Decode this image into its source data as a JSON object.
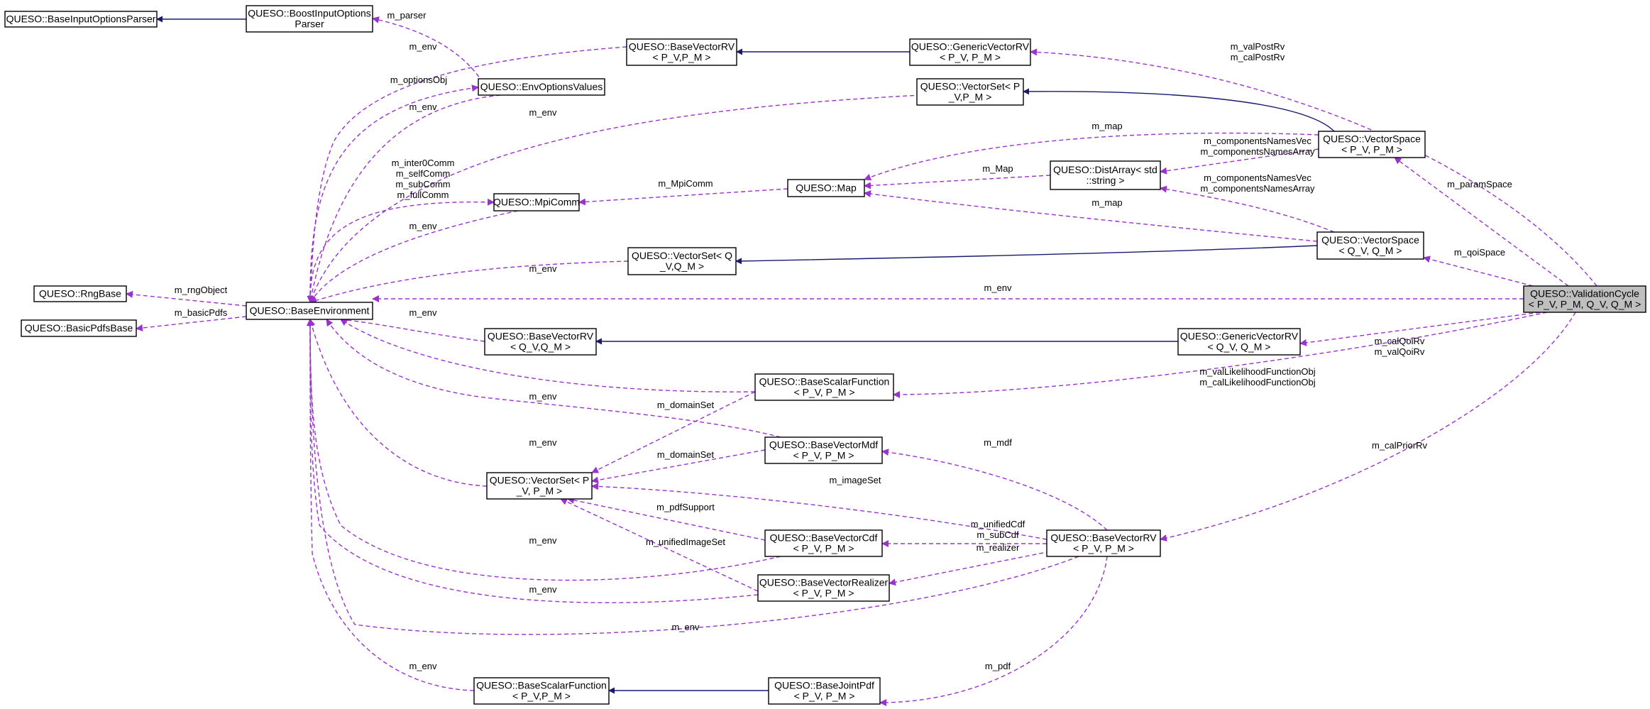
{
  "colors": {
    "inherit_edge": "#191970",
    "member_edge": "#9a32cd",
    "node_border": "#000000",
    "highlight_fill": "#bfbfbf"
  },
  "nodes": [
    {
      "id": "BaseInputOptionsParser",
      "lines": [
        "QUESO::BaseInputOptionsParser"
      ]
    },
    {
      "id": "BoostInputOptionsParser",
      "lines": [
        "QUESO::BoostInputOptions",
        "Parser"
      ]
    },
    {
      "id": "BaseVectorRV_PV_PM_top",
      "lines": [
        "QUESO::BaseVectorRV",
        "< P_V,P_M >"
      ]
    },
    {
      "id": "GenericVectorRV_PV_PM",
      "lines": [
        "QUESO::GenericVectorRV",
        "< P_V, P_M >"
      ]
    },
    {
      "id": "EnvOptionsValues",
      "lines": [
        "QUESO::EnvOptionsValues"
      ]
    },
    {
      "id": "VectorSet_PV_PM_top",
      "lines": [
        "QUESO::VectorSet< P",
        "_V,P_M >"
      ]
    },
    {
      "id": "VectorSpace_PV_PM",
      "lines": [
        "QUESO::VectorSpace",
        "< P_V, P_M >"
      ]
    },
    {
      "id": "DistArray",
      "lines": [
        "QUESO::DistArray< std",
        "::string >"
      ]
    },
    {
      "id": "Map",
      "lines": [
        "QUESO::Map"
      ]
    },
    {
      "id": "MpiComm",
      "lines": [
        "QUESO::MpiComm"
      ]
    },
    {
      "id": "VectorSpace_QV_QM",
      "lines": [
        "QUESO::VectorSpace",
        "< Q_V, Q_M >"
      ]
    },
    {
      "id": "VectorSet_QV_QM",
      "lines": [
        "QUESO::VectorSet< Q",
        "_V,Q_M >"
      ]
    },
    {
      "id": "RngBase",
      "lines": [
        "QUESO::RngBase"
      ]
    },
    {
      "id": "BaseEnvironment",
      "lines": [
        "QUESO::BaseEnvironment"
      ]
    },
    {
      "id": "BasicPdfsBase",
      "lines": [
        "QUESO::BasicPdfsBase"
      ]
    },
    {
      "id": "ValidationCycle",
      "lines": [
        "QUESO::ValidationCycle",
        "< P_V, P_M, Q_V, Q_M >"
      ],
      "highlight": true
    },
    {
      "id": "BaseVectorRV_QV_QM",
      "lines": [
        "QUESO::BaseVectorRV",
        "< Q_V,Q_M >"
      ]
    },
    {
      "id": "GenericVectorRV_QV_QM",
      "lines": [
        "QUESO::GenericVectorRV",
        "< Q_V, Q_M >"
      ]
    },
    {
      "id": "BaseScalarFunction_mid",
      "lines": [
        "QUESO::BaseScalarFunction",
        "< P_V, P_M >"
      ]
    },
    {
      "id": "BaseVectorMdf",
      "lines": [
        "QUESO::BaseVectorMdf",
        "< P_V, P_M >"
      ]
    },
    {
      "id": "VectorSet_PV_PM_mid",
      "lines": [
        "QUESO::VectorSet< P",
        "_V, P_M >"
      ]
    },
    {
      "id": "BaseVectorCdf",
      "lines": [
        "QUESO::BaseVectorCdf",
        "< P_V, P_M >"
      ]
    },
    {
      "id": "BaseVectorRV_PV_PM_bot",
      "lines": [
        "QUESO::BaseVectorRV",
        "< P_V, P_M >"
      ]
    },
    {
      "id": "BaseVectorRealizer",
      "lines": [
        "QUESO::BaseVectorRealizer",
        "< P_V, P_M >"
      ]
    },
    {
      "id": "BaseScalarFunction_bot",
      "lines": [
        "QUESO::BaseScalarFunction",
        "< P_V,P_M >"
      ]
    },
    {
      "id": "BaseJointPdf",
      "lines": [
        "QUESO::BaseJointPdf",
        "< P_V, P_M >"
      ]
    }
  ],
  "edge_labels": [
    {
      "id": "m_parser",
      "lines": [
        "m_parser"
      ]
    },
    {
      "id": "m_env_1",
      "lines": [
        "m_env"
      ]
    },
    {
      "id": "m_optionsObj",
      "lines": [
        "m_optionsObj"
      ]
    },
    {
      "id": "m_env_2",
      "lines": [
        "m_env"
      ]
    },
    {
      "id": "m_env_3",
      "lines": [
        "m_env"
      ]
    },
    {
      "id": "comms",
      "lines": [
        "m_inter0Comm",
        "m_selfComm",
        "m_subComm",
        "m_fullComm"
      ]
    },
    {
      "id": "m_env_4",
      "lines": [
        "m_env"
      ]
    },
    {
      "id": "m_env_5",
      "lines": [
        "m_env"
      ]
    },
    {
      "id": "m_rngObject",
      "lines": [
        "m_rngObject"
      ]
    },
    {
      "id": "m_basicPdfs",
      "lines": [
        "m_basicPdfs"
      ]
    },
    {
      "id": "m_env_6",
      "lines": [
        "m_env"
      ]
    },
    {
      "id": "m_env_7",
      "lines": [
        "m_env"
      ]
    },
    {
      "id": "m_env_8",
      "lines": [
        "m_env"
      ]
    },
    {
      "id": "m_domainSet_1",
      "lines": [
        "m_domainSet"
      ]
    },
    {
      "id": "m_env_9",
      "lines": [
        "m_env"
      ]
    },
    {
      "id": "m_domainSet_2",
      "lines": [
        "m_domainSet"
      ]
    },
    {
      "id": "m_pdfSupport",
      "lines": [
        "m_pdfSupport"
      ]
    },
    {
      "id": "m_env_10",
      "lines": [
        "m_env"
      ]
    },
    {
      "id": "m_unifiedImageSet",
      "lines": [
        "m_unifiedImageSet"
      ]
    },
    {
      "id": "m_env_11",
      "lines": [
        "m_env"
      ]
    },
    {
      "id": "m_env_12",
      "lines": [
        "m_env"
      ]
    },
    {
      "id": "m_env_13",
      "lines": [
        "m_env"
      ]
    },
    {
      "id": "m_MpiComm",
      "lines": [
        "m_MpiComm"
      ]
    },
    {
      "id": "m_map_1",
      "lines": [
        "m_map"
      ]
    },
    {
      "id": "m_Map",
      "lines": [
        "m_Map"
      ]
    },
    {
      "id": "m_map_2",
      "lines": [
        "m_map"
      ]
    },
    {
      "id": "names_1",
      "lines": [
        "m_componentsNamesVec",
        "m_componentsNamesArray"
      ]
    },
    {
      "id": "names_2",
      "lines": [
        "m_componentsNamesVec",
        "m_componentsNamesArray"
      ]
    },
    {
      "id": "postRv",
      "lines": [
        "m_valPostRv",
        "m_calPostRv"
      ]
    },
    {
      "id": "m_paramSpace",
      "lines": [
        "m_paramSpace"
      ]
    },
    {
      "id": "m_qoiSpace",
      "lines": [
        "m_qoiSpace"
      ]
    },
    {
      "id": "m_env_vc",
      "lines": [
        "m_env"
      ]
    },
    {
      "id": "qoiRv",
      "lines": [
        "m_calQoiRv",
        "m_valQoiRv"
      ]
    },
    {
      "id": "likelihood",
      "lines": [
        "m_valLikelihoodFunctionObj",
        "m_calLikelihoodFunctionObj"
      ]
    },
    {
      "id": "m_calPriorRv",
      "lines": [
        "m_calPriorRv"
      ]
    },
    {
      "id": "m_mdf",
      "lines": [
        "m_mdf"
      ]
    },
    {
      "id": "m_imageSet",
      "lines": [
        "m_imageSet"
      ]
    },
    {
      "id": "cdf",
      "lines": [
        "m_unifiedCdf",
        "m_subCdf"
      ]
    },
    {
      "id": "m_realizer",
      "lines": [
        "m_realizer"
      ]
    },
    {
      "id": "m_pdf",
      "lines": [
        "m_pdf"
      ]
    }
  ]
}
